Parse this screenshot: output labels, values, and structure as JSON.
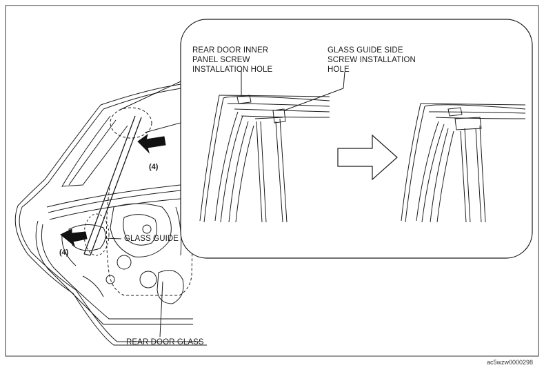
{
  "labels": {
    "inner_panel_hole": [
      "REAR DOOR INNER",
      "PANEL SCREW",
      "INSTALLATION HOLE"
    ],
    "guide_side_hole": [
      "GLASS GUIDE SIDE",
      "SCREW INSTALLATION",
      "HOLE"
    ],
    "glass_guide": "GLASS GUIDE",
    "rear_door_glass": "REAR DOOR GLASS",
    "step_upper": "(4)",
    "step_lower": "(4)"
  },
  "figure_code": "ac5wzw0000298",
  "colors": {
    "line": "#1a1a1a",
    "frame": "#333333",
    "background": "#ffffff"
  }
}
